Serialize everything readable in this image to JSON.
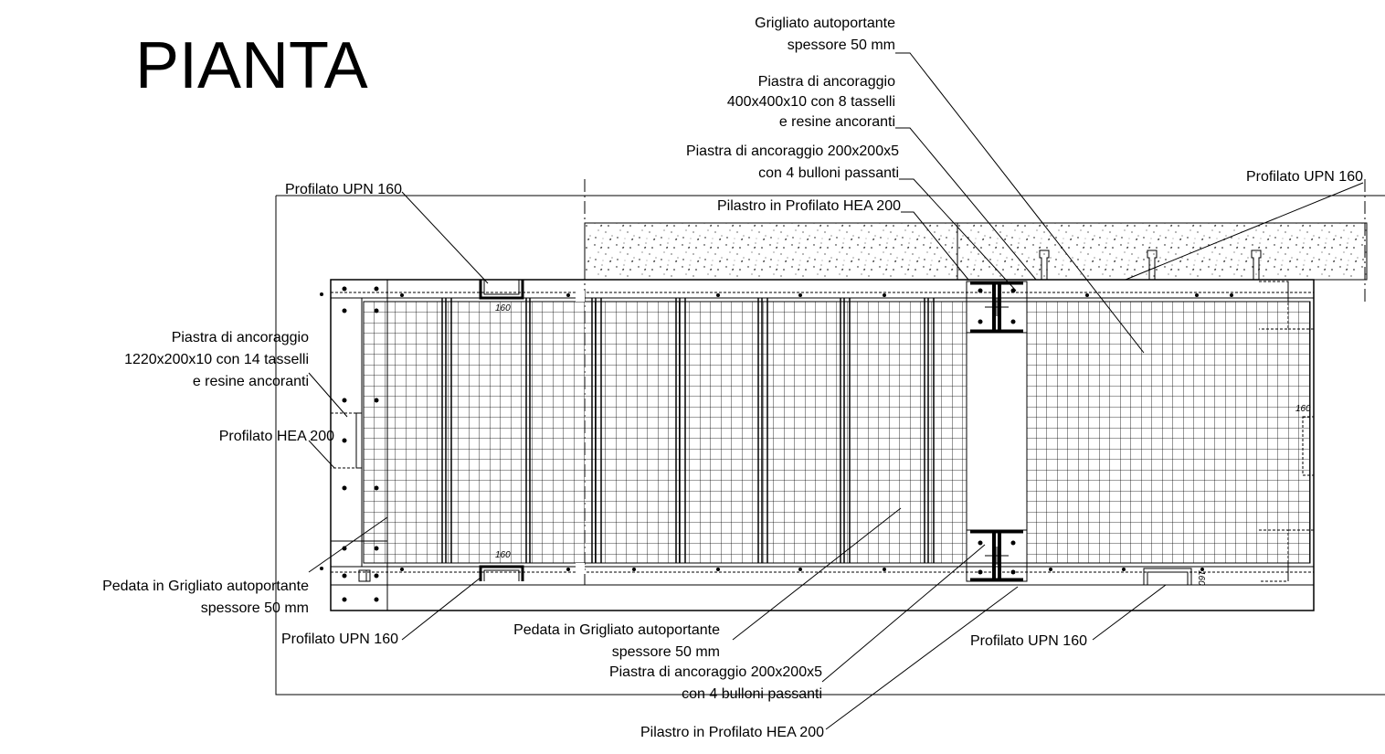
{
  "title": "PIANTA",
  "labels": {
    "grigliato_top": [
      "Grigliato autoportante",
      "spessore 50 mm"
    ],
    "piastra_400": [
      "Piastra di ancoraggio",
      "400x400x10 con 8 tasselli",
      "e resine ancoranti"
    ],
    "piastra_200_top": [
      "Piastra di ancoraggio 200x200x5",
      "con 4 bulloni passanti"
    ],
    "pilastro_top": "Pilastro in Profilato HEA 200",
    "upn_top_left": "Profilato UPN 160",
    "upn_top_right": "Profilato UPN 160",
    "piastra_1220": [
      "Piastra di ancoraggio",
      "1220x200x10 con 14 tasselli",
      "e resine ancoranti"
    ],
    "hea_left": "Profilato HEA 200",
    "pedata_left": [
      "Pedata in Grigliato autoportante",
      "spessore 50 mm"
    ],
    "upn_bottom_left": "Profilato UPN 160",
    "pedata_center": [
      "Pedata in Grigliato autoportante",
      "spessore 50 mm"
    ],
    "piastra_200_bottom": [
      "Piastra di ancoraggio 200x200x5",
      "con 4 bulloni passanti"
    ],
    "upn_bottom_right": "Profilato UPN 160",
    "pilastro_bottom": "Pilastro in Profilato HEA 200"
  },
  "profile_tags": [
    "160",
    "160",
    "160",
    "160"
  ]
}
